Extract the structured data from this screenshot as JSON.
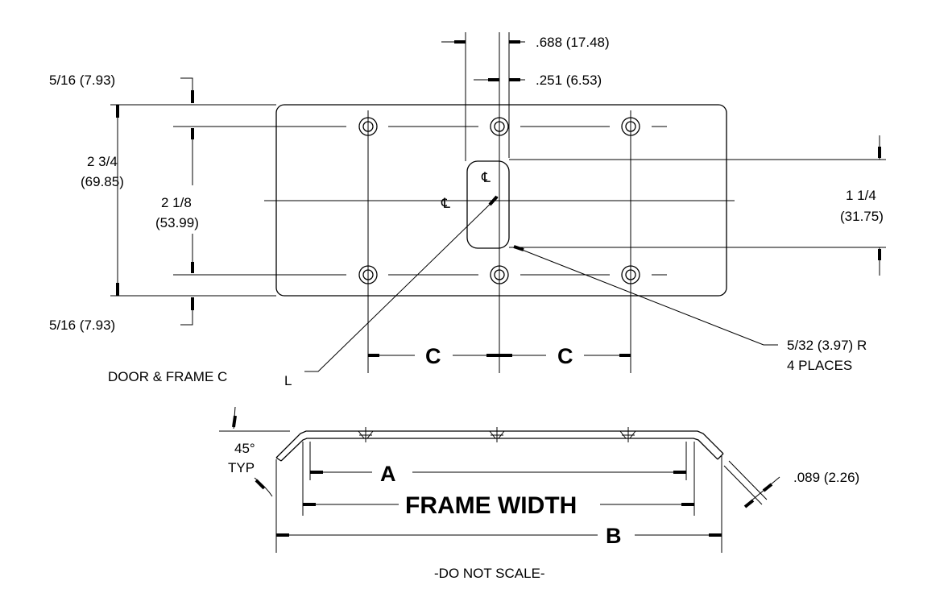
{
  "labels": {
    "dim_688": ".688 (17.48)",
    "dim_251": ".251 (6.53)",
    "top_edge": "5/16 (7.93)",
    "bottom_edge": "5/16 (7.93)",
    "overall_height_frac": "2 3/4",
    "overall_height_mm": "(69.85)",
    "hole_spacing_frac": "2 1/8",
    "hole_spacing_mm": "(53.99)",
    "slot_height_frac": "1 1/4",
    "slot_height_mm": "(31.75)",
    "radius_line1": "5/32 (3.97) R",
    "radius_line2": "4 PLACES",
    "door_frame": "DOOR & FRAME C",
    "door_frame_sub": "L",
    "c_left": "C",
    "c_right": "C",
    "angle": "45°",
    "angle_typ": "TYP",
    "thickness": ".089 (2.26)",
    "dim_a": "A",
    "frame_width": "FRAME WIDTH",
    "dim_b": "B",
    "note": "-DO NOT SCALE-",
    "centerline_main": "℄",
    "centerline_slot": "℄"
  }
}
